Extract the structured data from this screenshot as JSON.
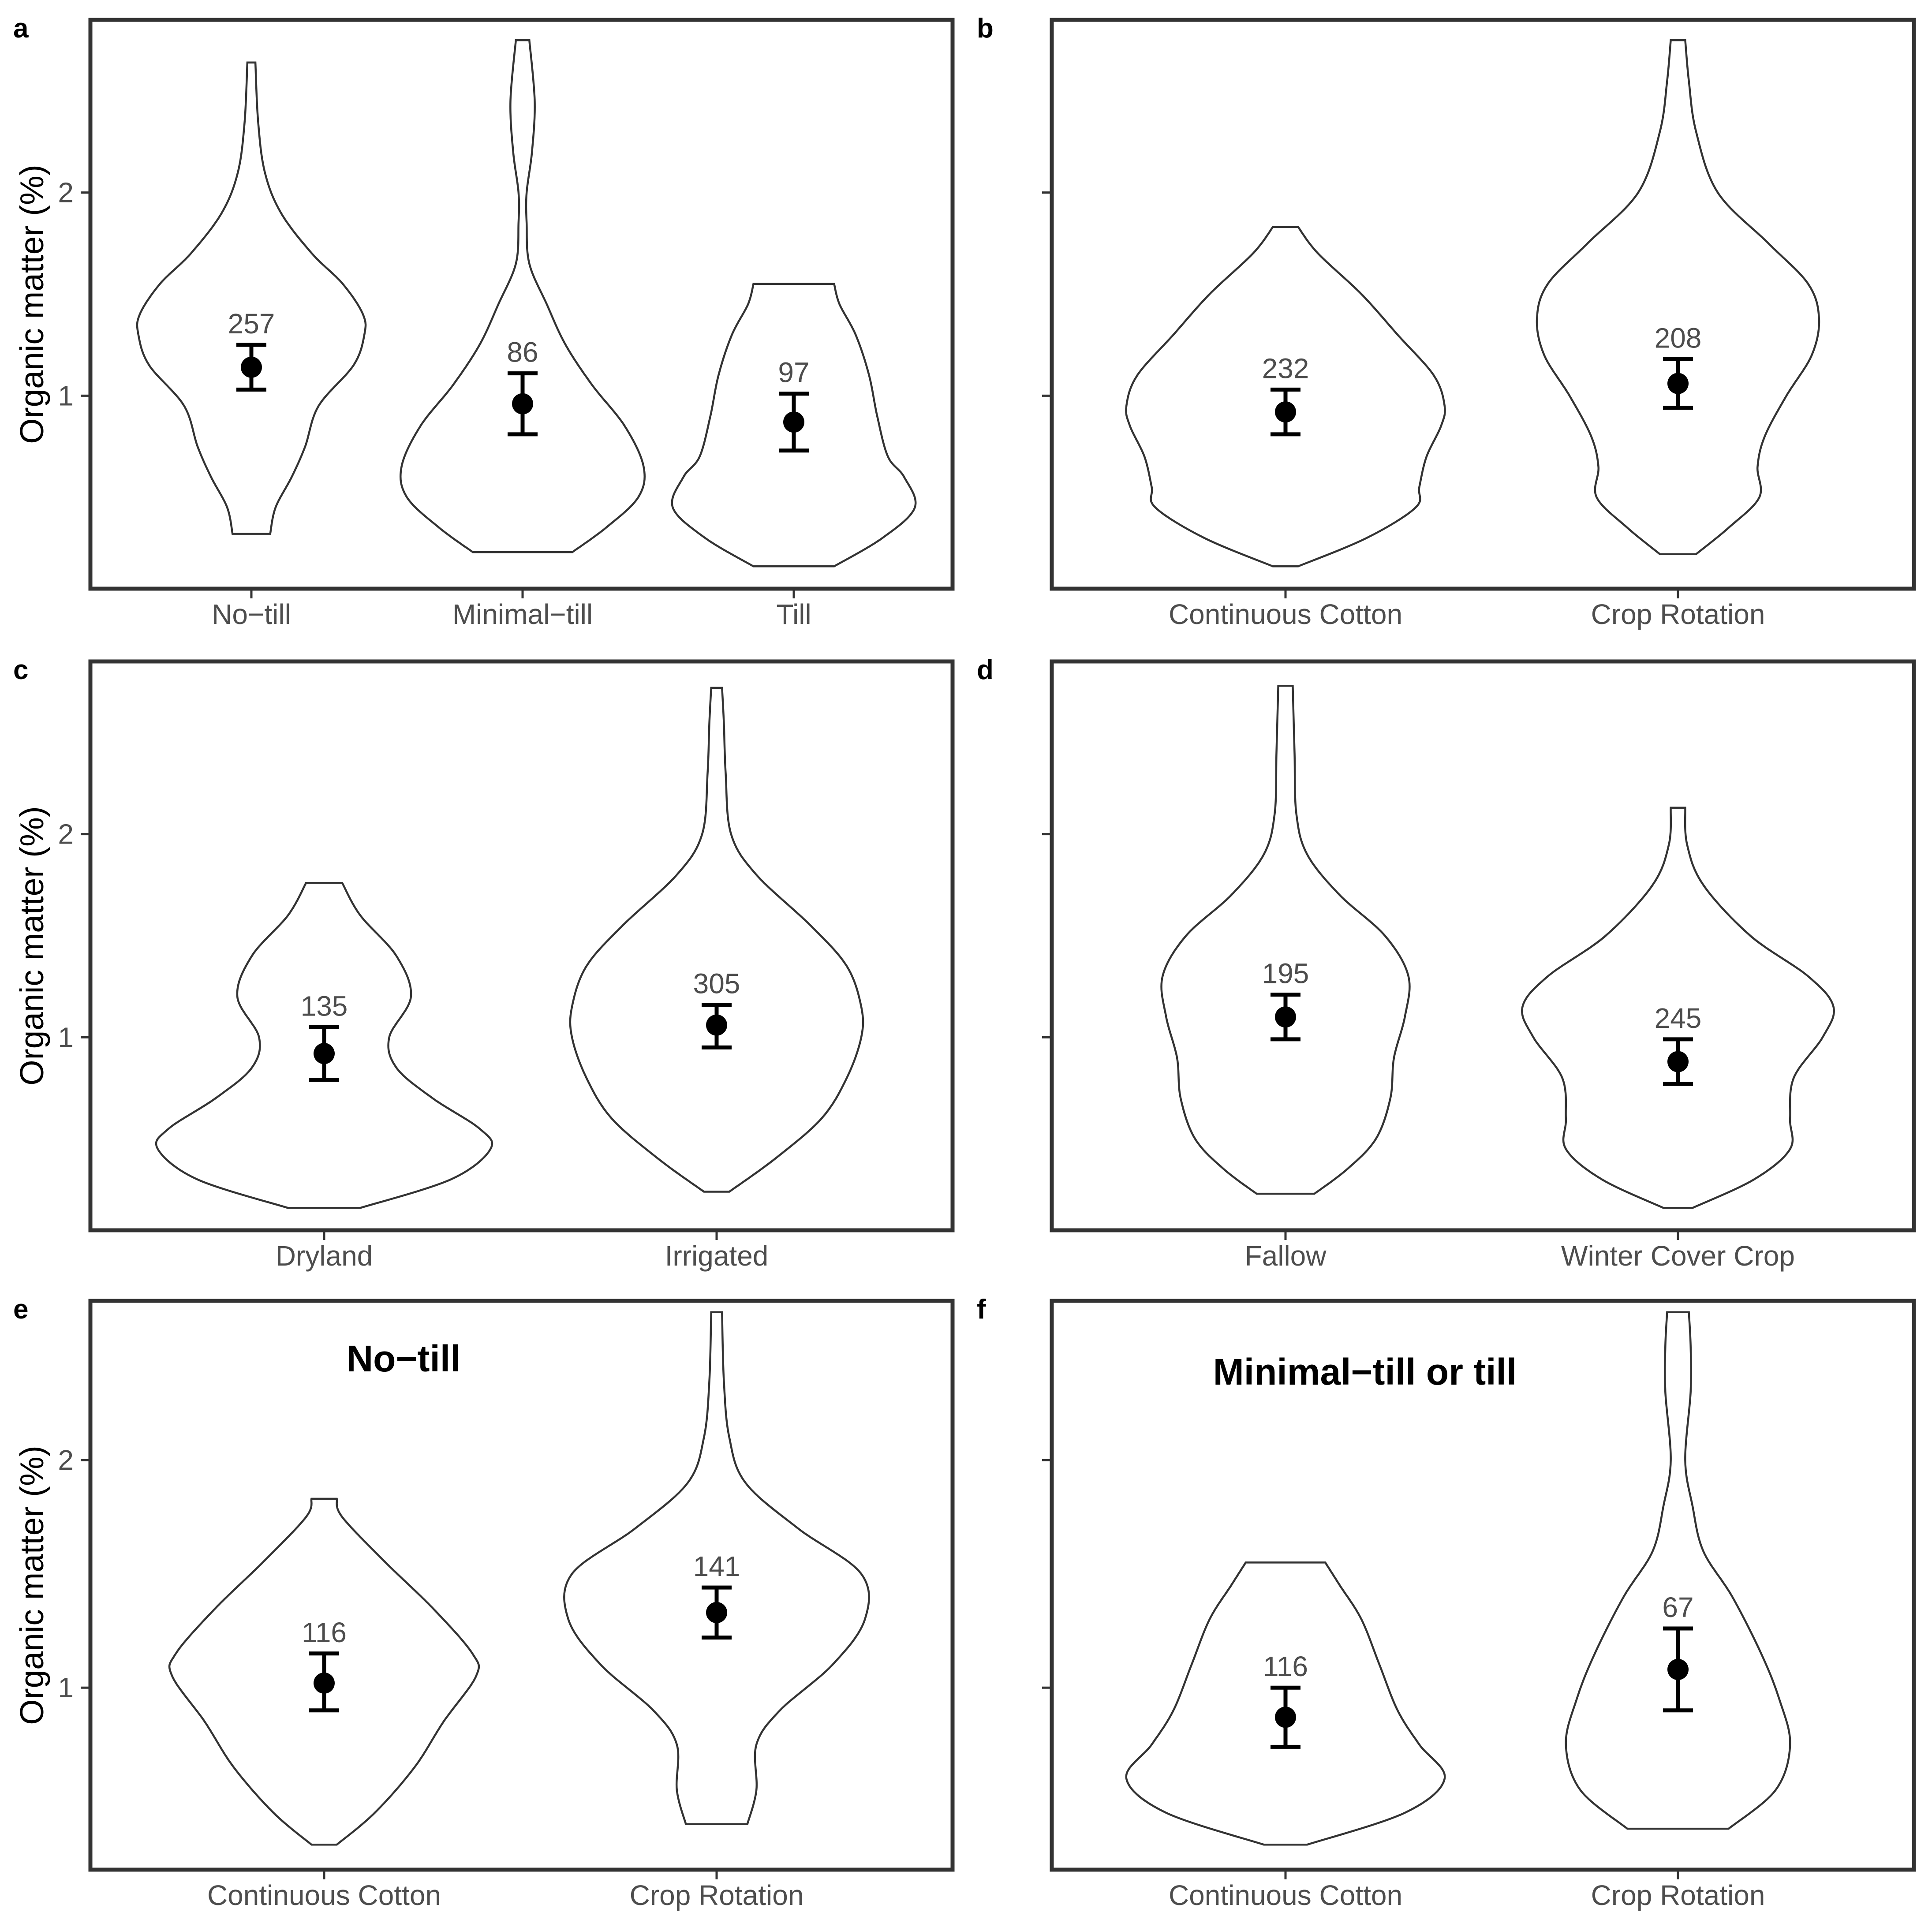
{
  "y_axis_title": "Organic matter (%)",
  "chart_data": [
    {
      "panel": "a",
      "type": "violin",
      "subtitle": "",
      "categories": [
        "No−till",
        "Minimal−till",
        "Till"
      ],
      "ylim": [
        0.05,
        2.85
      ],
      "yticks": [
        1,
        2
      ],
      "groups": [
        {
          "n": 257,
          "mean": 1.14,
          "ci": [
            1.03,
            1.25
          ],
          "range": [
            0.32,
            2.64
          ],
          "profile": [
            [
              0.32,
              0.14
            ],
            [
              0.45,
              0.18
            ],
            [
              0.6,
              0.3
            ],
            [
              0.75,
              0.4
            ],
            [
              0.95,
              0.5
            ],
            [
              1.15,
              0.76
            ],
            [
              1.3,
              0.84
            ],
            [
              1.4,
              0.83
            ],
            [
              1.55,
              0.68
            ],
            [
              1.7,
              0.45
            ],
            [
              1.9,
              0.22
            ],
            [
              2.1,
              0.1
            ],
            [
              2.35,
              0.05
            ],
            [
              2.64,
              0.03
            ]
          ]
        },
        {
          "n": 86,
          "mean": 0.96,
          "ci": [
            0.81,
            1.11
          ],
          "range": [
            0.23,
            2.75
          ],
          "profile": [
            [
              0.23,
              0.37
            ],
            [
              0.35,
              0.62
            ],
            [
              0.5,
              0.86
            ],
            [
              0.65,
              0.9
            ],
            [
              0.85,
              0.76
            ],
            [
              1.05,
              0.52
            ],
            [
              1.25,
              0.32
            ],
            [
              1.45,
              0.18
            ],
            [
              1.65,
              0.05
            ],
            [
              1.85,
              0.03
            ],
            [
              2.0,
              0.03
            ],
            [
              2.2,
              0.07
            ],
            [
              2.45,
              0.09
            ],
            [
              2.75,
              0.05
            ]
          ]
        },
        {
          "n": 97,
          "mean": 0.87,
          "ci": [
            0.73,
            1.01
          ],
          "range": [
            0.16,
            1.55
          ],
          "profile": [
            [
              0.16,
              0.3
            ],
            [
              0.3,
              0.66
            ],
            [
              0.45,
              0.9
            ],
            [
              0.6,
              0.82
            ],
            [
              0.7,
              0.7
            ],
            [
              0.9,
              0.62
            ],
            [
              1.1,
              0.56
            ],
            [
              1.3,
              0.46
            ],
            [
              1.45,
              0.34
            ],
            [
              1.55,
              0.3
            ]
          ]
        }
      ]
    },
    {
      "panel": "b",
      "type": "violin",
      "subtitle": "",
      "categories": [
        "Continuous Cotton",
        "Crop Rotation"
      ],
      "ylim": [
        0.05,
        2.85
      ],
      "yticks": [
        1,
        2
      ],
      "groups": [
        {
          "n": 232,
          "mean": 0.92,
          "ci": [
            0.81,
            1.03
          ],
          "range": [
            0.16,
            1.83
          ],
          "profile": [
            [
              0.16,
              0.07
            ],
            [
              0.3,
              0.45
            ],
            [
              0.45,
              0.72
            ],
            [
              0.55,
              0.74
            ],
            [
              0.7,
              0.78
            ],
            [
              0.85,
              0.86
            ],
            [
              0.95,
              0.88
            ],
            [
              1.1,
              0.82
            ],
            [
              1.3,
              0.62
            ],
            [
              1.5,
              0.42
            ],
            [
              1.7,
              0.18
            ],
            [
              1.83,
              0.07
            ]
          ]
        },
        {
          "n": 208,
          "mean": 1.06,
          "ci": [
            0.94,
            1.18
          ],
          "range": [
            0.22,
            2.75
          ],
          "profile": [
            [
              0.22,
              0.1
            ],
            [
              0.35,
              0.28
            ],
            [
              0.5,
              0.45
            ],
            [
              0.65,
              0.44
            ],
            [
              0.8,
              0.48
            ],
            [
              1.0,
              0.6
            ],
            [
              1.2,
              0.74
            ],
            [
              1.38,
              0.78
            ],
            [
              1.55,
              0.72
            ],
            [
              1.75,
              0.5
            ],
            [
              2.0,
              0.22
            ],
            [
              2.3,
              0.1
            ],
            [
              2.55,
              0.06
            ],
            [
              2.75,
              0.04
            ]
          ]
        }
      ]
    },
    {
      "panel": "c",
      "type": "violin",
      "subtitle": "",
      "categories": [
        "Dryland",
        "Irrigated"
      ],
      "ylim": [
        0.05,
        2.85
      ],
      "yticks": [
        1,
        2
      ],
      "groups": [
        {
          "n": 135,
          "mean": 0.92,
          "ci": [
            0.79,
            1.05
          ],
          "range": [
            0.16,
            1.76
          ],
          "profile": [
            [
              0.16,
              0.2
            ],
            [
              0.3,
              0.7
            ],
            [
              0.45,
              0.92
            ],
            [
              0.55,
              0.86
            ],
            [
              0.7,
              0.6
            ],
            [
              0.85,
              0.4
            ],
            [
              1.0,
              0.36
            ],
            [
              1.2,
              0.48
            ],
            [
              1.4,
              0.4
            ],
            [
              1.6,
              0.2
            ],
            [
              1.76,
              0.1
            ]
          ]
        },
        {
          "n": 305,
          "mean": 1.06,
          "ci": [
            0.95,
            1.16
          ],
          "range": [
            0.24,
            2.72
          ],
          "profile": [
            [
              0.24,
              0.07
            ],
            [
              0.4,
              0.32
            ],
            [
              0.6,
              0.58
            ],
            [
              0.8,
              0.72
            ],
            [
              1.0,
              0.8
            ],
            [
              1.15,
              0.8
            ],
            [
              1.35,
              0.72
            ],
            [
              1.55,
              0.52
            ],
            [
              1.8,
              0.22
            ],
            [
              2.0,
              0.08
            ],
            [
              2.3,
              0.05
            ],
            [
              2.55,
              0.04
            ],
            [
              2.72,
              0.03
            ]
          ]
        }
      ]
    },
    {
      "panel": "d",
      "type": "violin",
      "subtitle": "",
      "categories": [
        "Fallow",
        "Winter Cover Crop"
      ],
      "ylim": [
        0.05,
        2.85
      ],
      "yticks": [
        1,
        2
      ],
      "groups": [
        {
          "n": 195,
          "mean": 1.1,
          "ci": [
            0.99,
            1.21
          ],
          "range": [
            0.23,
            2.73
          ],
          "profile": [
            [
              0.23,
              0.16
            ],
            [
              0.35,
              0.34
            ],
            [
              0.5,
              0.5
            ],
            [
              0.7,
              0.58
            ],
            [
              0.9,
              0.6
            ],
            [
              1.1,
              0.66
            ],
            [
              1.3,
              0.68
            ],
            [
              1.5,
              0.55
            ],
            [
              1.7,
              0.3
            ],
            [
              1.9,
              0.12
            ],
            [
              2.1,
              0.06
            ],
            [
              2.4,
              0.05
            ],
            [
              2.73,
              0.04
            ]
          ]
        },
        {
          "n": 245,
          "mean": 0.88,
          "ci": [
            0.77,
            0.99
          ],
          "range": [
            0.16,
            2.13
          ],
          "profile": [
            [
              0.16,
              0.08
            ],
            [
              0.3,
              0.42
            ],
            [
              0.45,
              0.62
            ],
            [
              0.6,
              0.62
            ],
            [
              0.8,
              0.64
            ],
            [
              1.0,
              0.8
            ],
            [
              1.15,
              0.86
            ],
            [
              1.3,
              0.72
            ],
            [
              1.5,
              0.4
            ],
            [
              1.75,
              0.14
            ],
            [
              1.95,
              0.05
            ],
            [
              2.13,
              0.04
            ]
          ]
        }
      ]
    },
    {
      "panel": "e",
      "type": "violin",
      "subtitle": "No−till",
      "categories": [
        "Continuous Cotton",
        "Crop Rotation"
      ],
      "ylim": [
        0.2,
        2.7
      ],
      "yticks": [
        1,
        2
      ],
      "groups": [
        {
          "n": 116,
          "mean": 1.02,
          "ci": [
            0.9,
            1.15
          ],
          "range": [
            0.31,
            1.83
          ],
          "profile": [
            [
              0.31,
              0.07
            ],
            [
              0.45,
              0.28
            ],
            [
              0.65,
              0.5
            ],
            [
              0.85,
              0.66
            ],
            [
              1.05,
              0.84
            ],
            [
              1.15,
              0.82
            ],
            [
              1.35,
              0.6
            ],
            [
              1.55,
              0.34
            ],
            [
              1.75,
              0.1
            ],
            [
              1.83,
              0.07
            ]
          ]
        },
        {
          "n": 141,
          "mean": 1.33,
          "ci": [
            1.22,
            1.44
          ],
          "range": [
            0.4,
            2.65
          ],
          "profile": [
            [
              0.4,
              0.17
            ],
            [
              0.55,
              0.22
            ],
            [
              0.75,
              0.22
            ],
            [
              0.9,
              0.35
            ],
            [
              1.1,
              0.64
            ],
            [
              1.3,
              0.82
            ],
            [
              1.5,
              0.8
            ],
            [
              1.7,
              0.45
            ],
            [
              1.9,
              0.16
            ],
            [
              2.1,
              0.07
            ],
            [
              2.35,
              0.04
            ],
            [
              2.65,
              0.03
            ]
          ]
        }
      ]
    },
    {
      "panel": "f",
      "type": "violin",
      "subtitle": "Minimal−till or till",
      "categories": [
        "Continuous Cotton",
        "Crop Rotation"
      ],
      "ylim": [
        0.2,
        2.7
      ],
      "yticks": [
        1,
        2
      ],
      "groups": [
        {
          "n": 116,
          "mean": 0.87,
          "ci": [
            0.74,
            1.0
          ],
          "range": [
            0.31,
            1.55
          ],
          "profile": [
            [
              0.31,
              0.12
            ],
            [
              0.45,
              0.66
            ],
            [
              0.6,
              0.88
            ],
            [
              0.75,
              0.74
            ],
            [
              0.9,
              0.62
            ],
            [
              1.1,
              0.52
            ],
            [
              1.3,
              0.42
            ],
            [
              1.45,
              0.3
            ],
            [
              1.55,
              0.22
            ]
          ]
        },
        {
          "n": 67,
          "mean": 1.08,
          "ci": [
            0.9,
            1.26
          ],
          "range": [
            0.38,
            2.65
          ],
          "profile": [
            [
              0.38,
              0.28
            ],
            [
              0.55,
              0.54
            ],
            [
              0.75,
              0.62
            ],
            [
              0.95,
              0.56
            ],
            [
              1.15,
              0.46
            ],
            [
              1.4,
              0.3
            ],
            [
              1.6,
              0.14
            ],
            [
              1.8,
              0.08
            ],
            [
              2.0,
              0.04
            ],
            [
              2.3,
              0.07
            ],
            [
              2.5,
              0.07
            ],
            [
              2.65,
              0.06
            ]
          ]
        }
      ]
    }
  ]
}
